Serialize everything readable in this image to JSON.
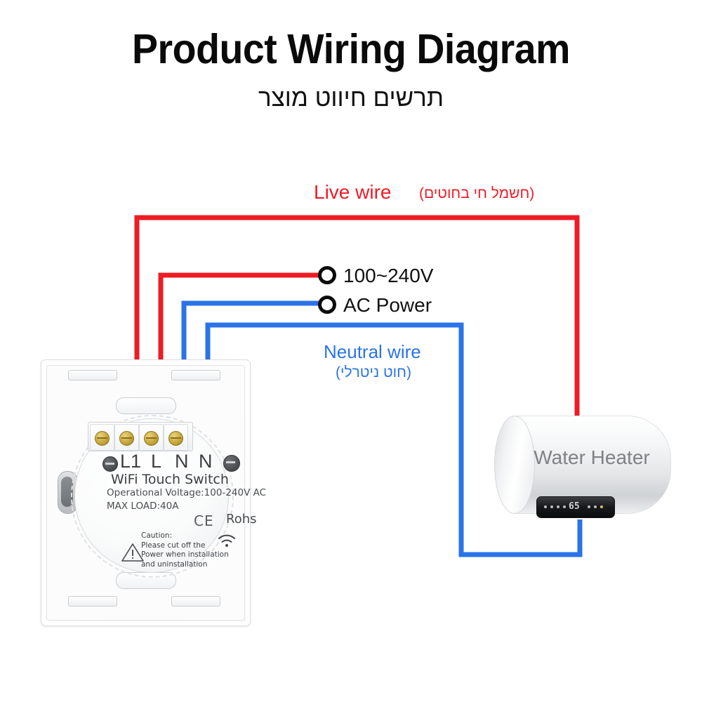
{
  "header": {
    "title": "Product Wiring Diagram",
    "subtitle_he": "תרשים חיווט מוצר"
  },
  "diagram": {
    "live_wire_label": "Live wire",
    "live_wire_label_he": "(חשמל חי בחוטים)",
    "neutral_wire_label": "Neutral wire",
    "neutral_wire_label_he": "(חוט ניטרלי)",
    "supply_voltage_label": "100~240V",
    "supply_type_label": "AC Power"
  },
  "colors": {
    "live_wire": "#ed1c24",
    "neutral_wire": "#2a74e8",
    "terminal_ring": "#0b0b0b",
    "heater_text": "#7f8285"
  },
  "switch": {
    "product_name": "WiFi Touch Switch",
    "operational_voltage": "Operational Voltage:100-240V AC",
    "max_load": "MAX LOAD:40A",
    "ce_mark": "CE",
    "rohs_mark": "Rohs",
    "caution": "Caution:\nPlease cut off the\nPower when installation\nand uninstallation",
    "terminals": [
      {
        "label": "L1",
        "wire": "live"
      },
      {
        "label": "L",
        "wire": "live"
      },
      {
        "label": "N",
        "wire": "neutral"
      },
      {
        "label": "N",
        "wire": "neutral"
      }
    ]
  },
  "appliance": {
    "name": "Water Heater",
    "panel_value": "65"
  }
}
